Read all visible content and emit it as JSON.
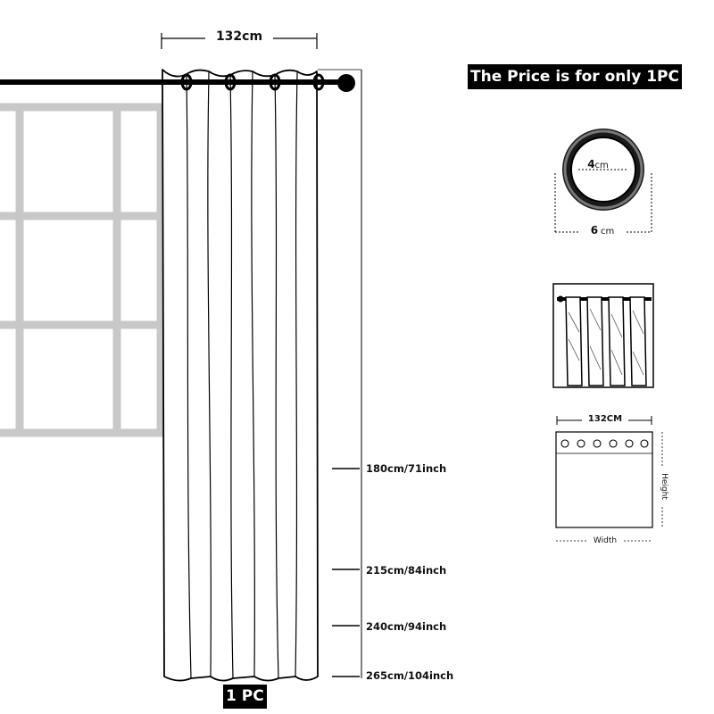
{
  "labels": {
    "top_width": "132cm",
    "price_banner": "The Price is for only 1PC",
    "one_pc": "1 PC",
    "sizes": [
      "180cm/71inch",
      "215cm/84inch",
      "240cm/94inch",
      "265cm/104inch"
    ]
  },
  "grommet": {
    "inner_num": "4",
    "inner_unit": "cm",
    "outer_num": "6",
    "outer_unit": "cm"
  },
  "schematic": {
    "top_label": "132CM",
    "width_label": "Width",
    "height_label": "Height"
  },
  "colors": {
    "outline": "#000000",
    "window_frame": "#c8c8c8",
    "background": "#ffffff",
    "banner_bg": "#000000",
    "banner_text": "#ffffff"
  }
}
